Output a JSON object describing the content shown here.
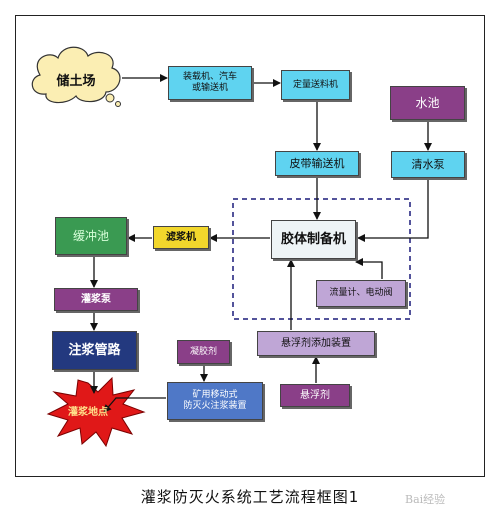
{
  "nodes": {
    "storage_yard": "储土场",
    "loader": "装载机、汽车\n或输送机",
    "quant_feeder": "定量送料机",
    "belt_conveyor": "皮带输送机",
    "water_pool": "水池",
    "clear_pump": "清水泵",
    "colloid_machine": "胶体制备机",
    "slurry_filter": "滤浆机",
    "buffer_pool": "缓冲池",
    "grout_pump": "灌浆泵",
    "grout_pipe": "注浆管路",
    "flow_meter": "流量计、电动阀",
    "suspend_device": "悬浮剂添加装置",
    "suspend_agent": "悬浮剂",
    "gel_agent": "凝胶剂",
    "mobile_device": "矿用移动式\n防灭火注浆装置",
    "grout_site": "灌浆地点"
  },
  "caption": "灌浆防灭火系统工艺流程框图1",
  "watermark": "Bai经验",
  "colors": {
    "cyan": "#5fd3f0",
    "green": "#3a9a52",
    "violet": "#8a3f88",
    "navy": "#23397f",
    "lilac": "#bfa6d6",
    "yellow": "#f2d72c",
    "burst": "#e01818",
    "cloud": "#fbeeb3",
    "dashed_frame": "#1a1a7a"
  }
}
